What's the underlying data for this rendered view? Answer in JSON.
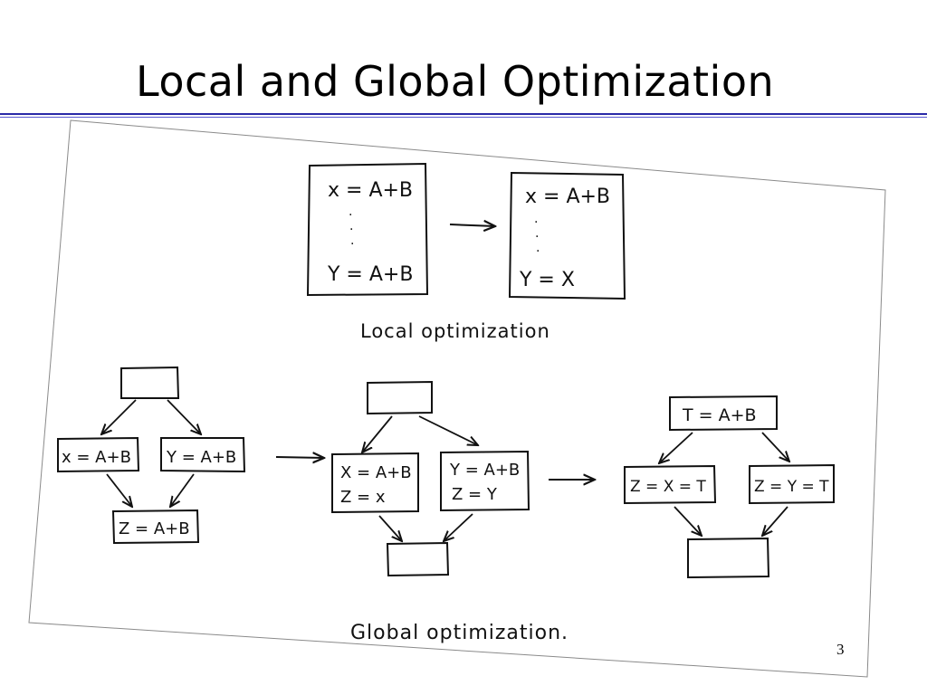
{
  "title": "Local and Global Optimization",
  "page_number": "3",
  "local": {
    "before": {
      "line1": "x = A+B",
      "dots": "·",
      "line2": "Y = A+B"
    },
    "after": {
      "line1": "x = A+B",
      "dots": "·",
      "line2": "Y = X"
    },
    "caption": "Local optimization"
  },
  "global": {
    "before": {
      "left": "x = A+B",
      "right": "Y = A+B",
      "bottom": "Z = A+B"
    },
    "middle": {
      "left_line1": "X = A+B",
      "left_line2": "Z = x",
      "right_line1": "Y = A+B",
      "right_line2": "Z = Y"
    },
    "after": {
      "top": "T = A+B",
      "left": "Z = X = T",
      "right": "Z = Y = T"
    },
    "caption": "Global optimization."
  }
}
